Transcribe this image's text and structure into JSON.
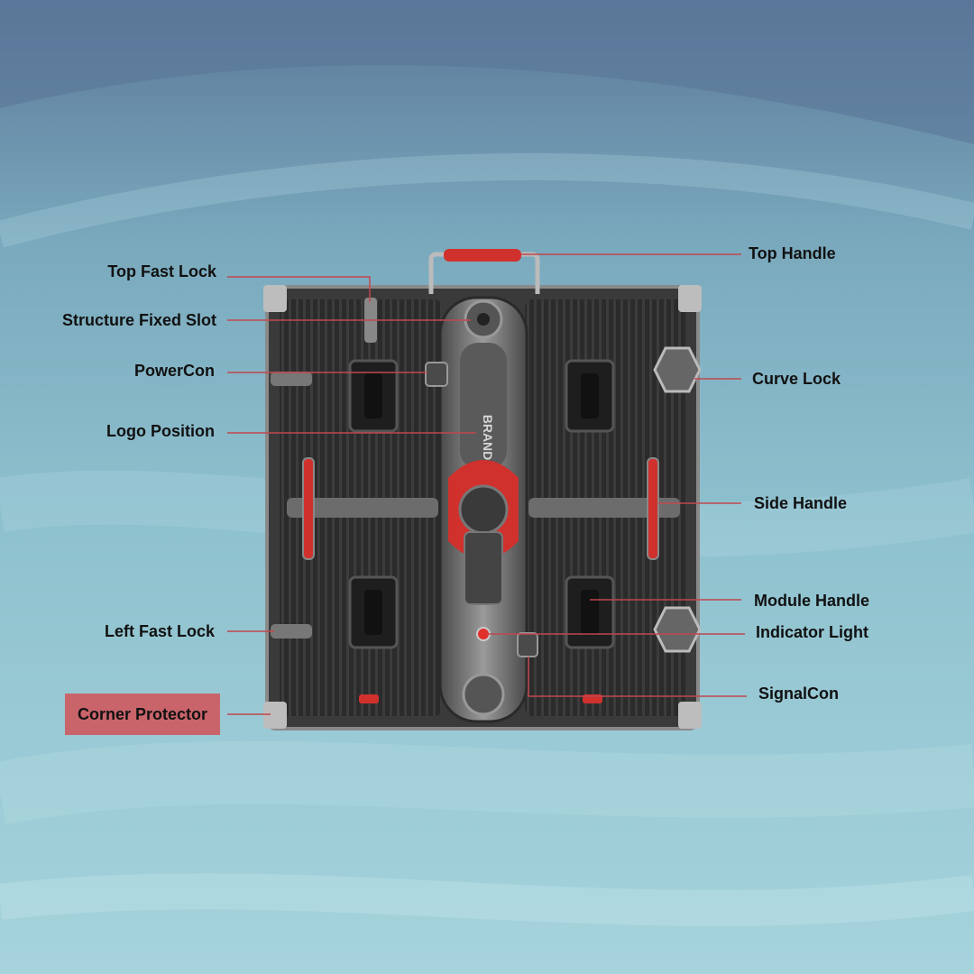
{
  "labels": {
    "top_fast_lock": "Top Fast Lock",
    "structure_fixed_slot": "Structure Fixed Slot",
    "powercon": "PowerCon",
    "logo_position": "Logo Position",
    "left_fast_lock": "Left Fast Lock",
    "corner_protector": "Corner Protector",
    "top_handle": "Top Handle",
    "curve_lock": "Curve Lock",
    "side_handle": "Side Handle",
    "module_handle": "Module Handle",
    "indicator_light": "Indicator Light",
    "signalcon": "SignalCon"
  },
  "cabinet": {
    "logo_text": "BRAND"
  },
  "colors": {
    "accent_red": "#d0312d",
    "leader_line": "#c0474e",
    "highlight_box": "#c9646b",
    "bg_light": "#8fc3cf",
    "bg_dark": "#5b7899"
  }
}
